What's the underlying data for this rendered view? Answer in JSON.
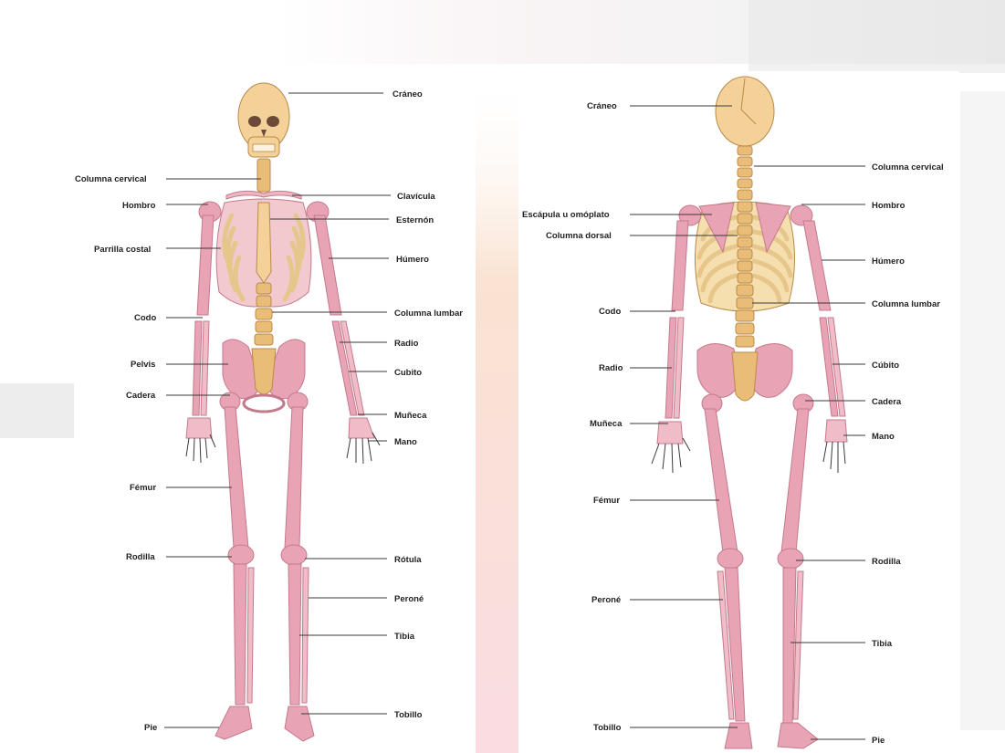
{
  "front_view": {
    "labels": {
      "craneo": "Cráneo",
      "columna_cervical": "Columna cervical",
      "hombro": "Hombro",
      "clavicula": "Clavícula",
      "esternon": "Esternón",
      "parrilla_costal": "Parrilla costal",
      "humero": "Húmero",
      "codo": "Codo",
      "columna_lumbar": "Columna lumbar",
      "radio": "Radio",
      "pelvis": "Pelvis",
      "cubito": "Cubito",
      "cadera": "Cadera",
      "muneca": "Muñeca",
      "mano": "Mano",
      "femur": "Fémur",
      "rodilla": "Rodilla",
      "rotula": "Rótula",
      "perone": "Peroné",
      "tibia": "Tibia",
      "tobillo": "Tobillo",
      "pie": "Pie"
    }
  },
  "back_view": {
    "labels": {
      "craneo": "Cráneo",
      "columna_cervical": "Columna cervical",
      "escapula": "Escápula u omóplato",
      "hombro": "Hombro",
      "columna_dorsal": "Columna dorsal",
      "humero": "Húmero",
      "codo": "Codo",
      "columna_lumbar": "Columna lumbar",
      "radio": "Radio",
      "cubito": "Cúbito",
      "cadera": "Cadera",
      "muneca": "Muñeca",
      "mano": "Mano",
      "femur": "Fémur",
      "rodilla": "Rodilla",
      "perone": "Peroné",
      "tibia": "Tibia",
      "tobillo": "Tobillo",
      "pie": "Pie"
    }
  },
  "colors": {
    "bone_pink": "#e8a4b4",
    "axial_tan": "#e9bd78",
    "label_text": "#222222",
    "leader_line": "#3a3a3a",
    "watermark_orange": "#f5b98a"
  }
}
